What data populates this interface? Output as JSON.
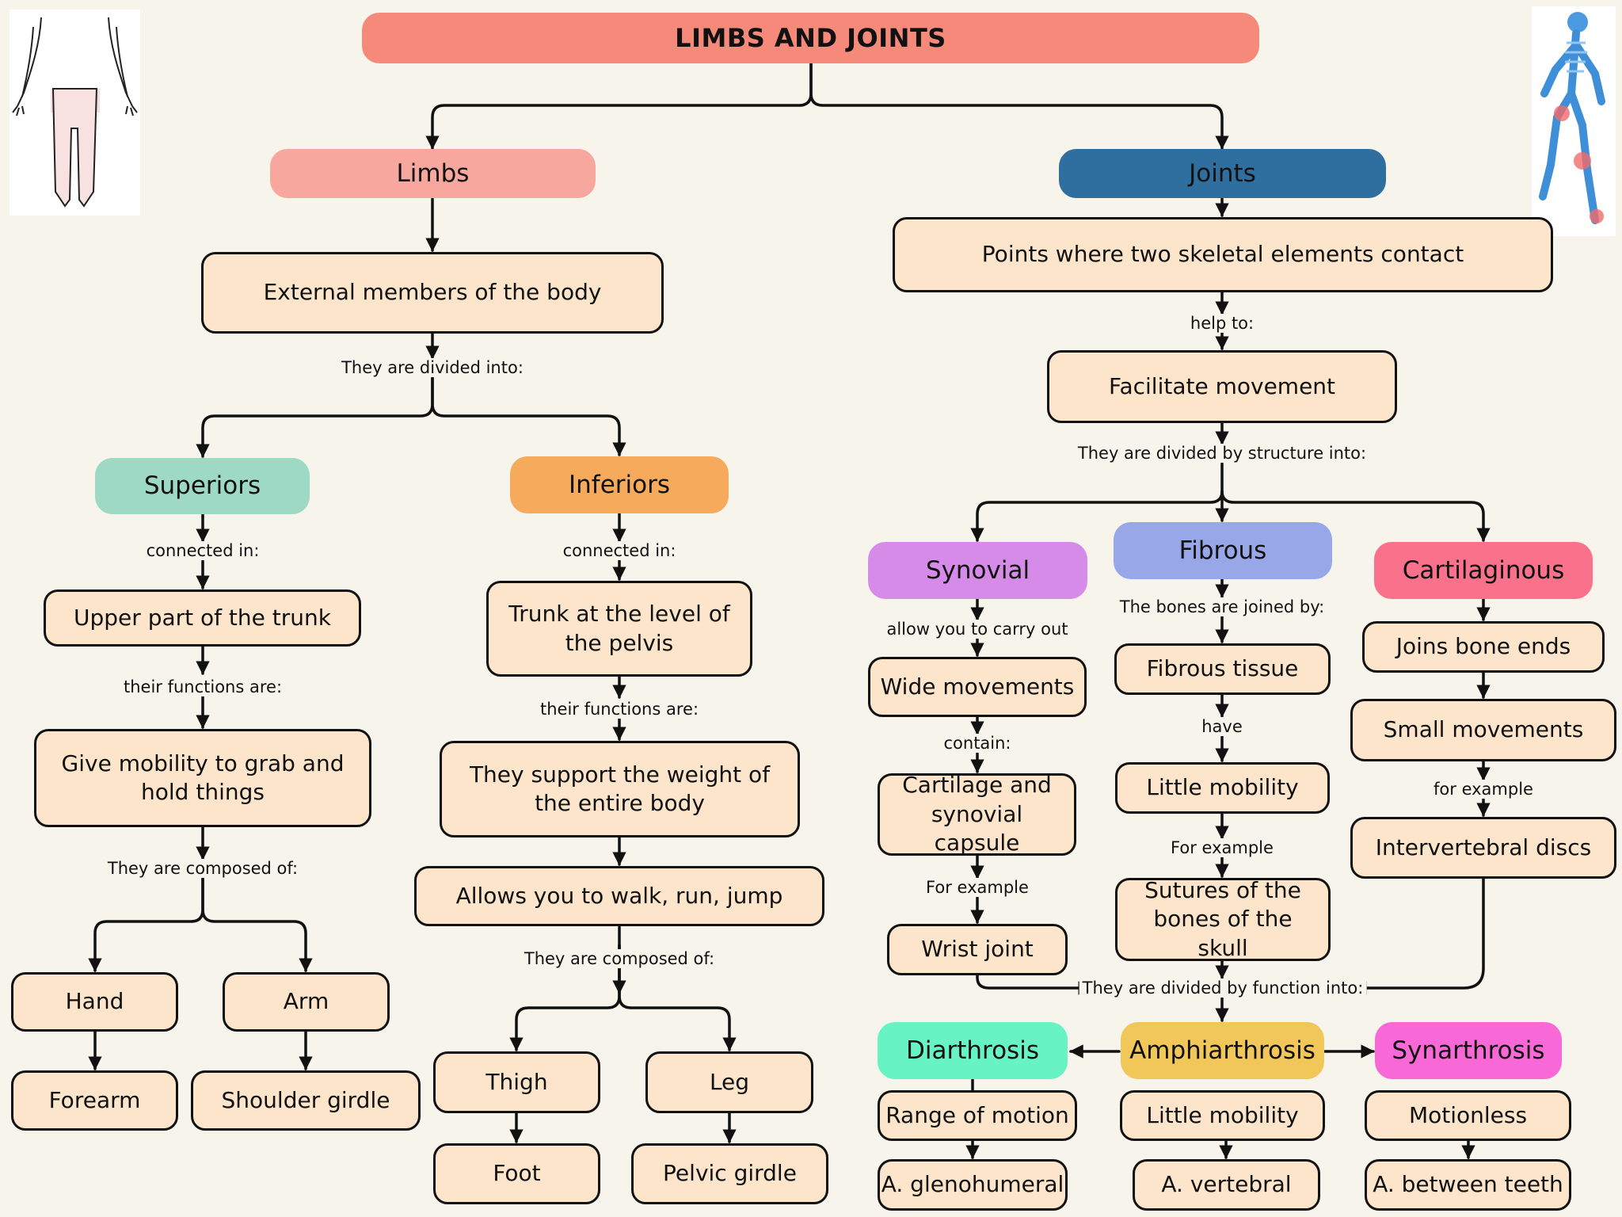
{
  "title": "LIMBS AND JOINTS",
  "limbs": {
    "heading": "Limbs",
    "definition": "External members of the body",
    "divided_label": "They are divided into:",
    "superiors": {
      "heading": "Superiors",
      "connected_label": "connected in:",
      "connected": "Upper part of the trunk",
      "functions_label": "their functions are:",
      "function": "Give mobility to grab and hold things",
      "composed_label": "They are composed of:",
      "parts": [
        "Hand",
        "Arm",
        "Forearm",
        "Shoulder girdle"
      ]
    },
    "inferiors": {
      "heading": "Inferiors",
      "connected_label": "connected in:",
      "connected": "Trunk at the level of the pelvis",
      "functions_label": "their functions are:",
      "function": "They support the weight of the entire body",
      "function2": "Allows you to walk, run, jump",
      "composed_label": "They are composed of:",
      "parts": [
        "Thigh",
        "Leg",
        "Foot",
        "Pelvic girdle"
      ]
    }
  },
  "joints": {
    "heading": "Joints",
    "definition": "Points where two skeletal elements contact",
    "help_label": "help to:",
    "purpose": "Facilitate movement",
    "structure_label": "They are divided by structure into:",
    "synovial": {
      "heading": "Synovial",
      "label1": "allow you to carry out",
      "box1": "Wide movements",
      "label2": "contain:",
      "box2": "Cartilage and synovial capsule",
      "label3": "For example",
      "box3": "Wrist joint"
    },
    "fibrous": {
      "heading": "Fibrous",
      "label1": "The bones are joined by:",
      "box1": "Fibrous tissue",
      "label2": "have",
      "box2": "Little mobility",
      "label3": "For example",
      "box3": "Sutures of the bones of the skull"
    },
    "cartilaginous": {
      "heading": "Cartilaginous",
      "box1": "Joins bone ends",
      "box2": "Small movements",
      "label3": "for example",
      "box3": "Intervertebral discs"
    },
    "function_label": "They are divided by function into:",
    "diarthrosis": {
      "heading": "Diarthrosis",
      "box1": "Range of motion",
      "box2": "A. glenohumeral"
    },
    "amphiarthrosis": {
      "heading": "Amphiarthrosis",
      "box1": "Little mobility",
      "box2": "A. vertebral"
    },
    "synarthrosis": {
      "heading": "Synarthrosis",
      "box1": "Motionless",
      "box2": "A. between teeth"
    }
  },
  "colors": {
    "title": "#f58a7b",
    "limbs": "#f8a79e",
    "joints": "#2f6fa0",
    "superiors": "#9dd9c5",
    "inferiors": "#f5aa5c",
    "synovial": "#d78be8",
    "fibrous": "#98a7e8",
    "cartilaginous": "#f9718a",
    "diarthrosis": "#67f3c3",
    "amphiarthrosis": "#f2c75a",
    "synarthrosis": "#f868d6",
    "box": "#fde5cc",
    "background": "#f7f4ec"
  },
  "icons": [
    "human-body-outline-icon",
    "skeleton-runner-icon"
  ]
}
